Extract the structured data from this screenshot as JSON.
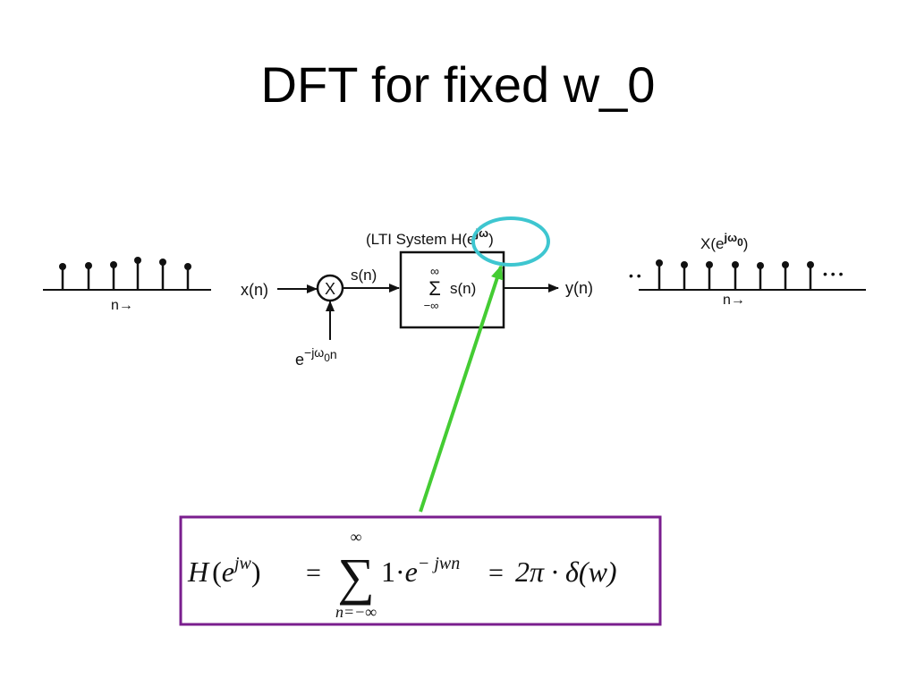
{
  "title": "DFT for fixed w_0",
  "colors": {
    "ink": "#111111",
    "highlight_circle": "#3ec6d0",
    "pointer_arrow": "#44cc33",
    "formula_box_border": "#7a1e8e"
  },
  "diagram": {
    "input_label": "x(n)",
    "multiplier_symbol": "X",
    "exponent_base": "e",
    "exponent_power": "−jω",
    "exponent_sub": "0",
    "exponent_tail": "n",
    "product_label": "s(n)",
    "system_caption": "(LTI System H(e",
    "system_caption_sup": "jω",
    "system_caption_close": ")",
    "sum_upper": "∞",
    "sum_symbol": "Σ",
    "sum_lower": "−∞",
    "sum_argument": "s(n)",
    "output_label": "y(n)",
    "output_spectrum_label": "X(e",
    "output_spectrum_sup": "jω",
    "output_spectrum_sub": "0",
    "output_spectrum_close": ")",
    "axis_label": "n",
    "axis_label_arrow": "→",
    "trailing_dots": "• • •",
    "leading_dots": "• •"
  },
  "formula": {
    "lhs": "H",
    "lhs_open": "(",
    "lhs_base": "e",
    "lhs_sup": "jw",
    "lhs_close": ")",
    "eq1": "=",
    "sum_symbol": "∑",
    "sum_upper": "∞",
    "sum_lower": "n=−∞",
    "term_one": "1·",
    "term_base": "e",
    "term_sup": "− jwn",
    "eq2": "=",
    "rhs": "2π · δ(w)"
  }
}
